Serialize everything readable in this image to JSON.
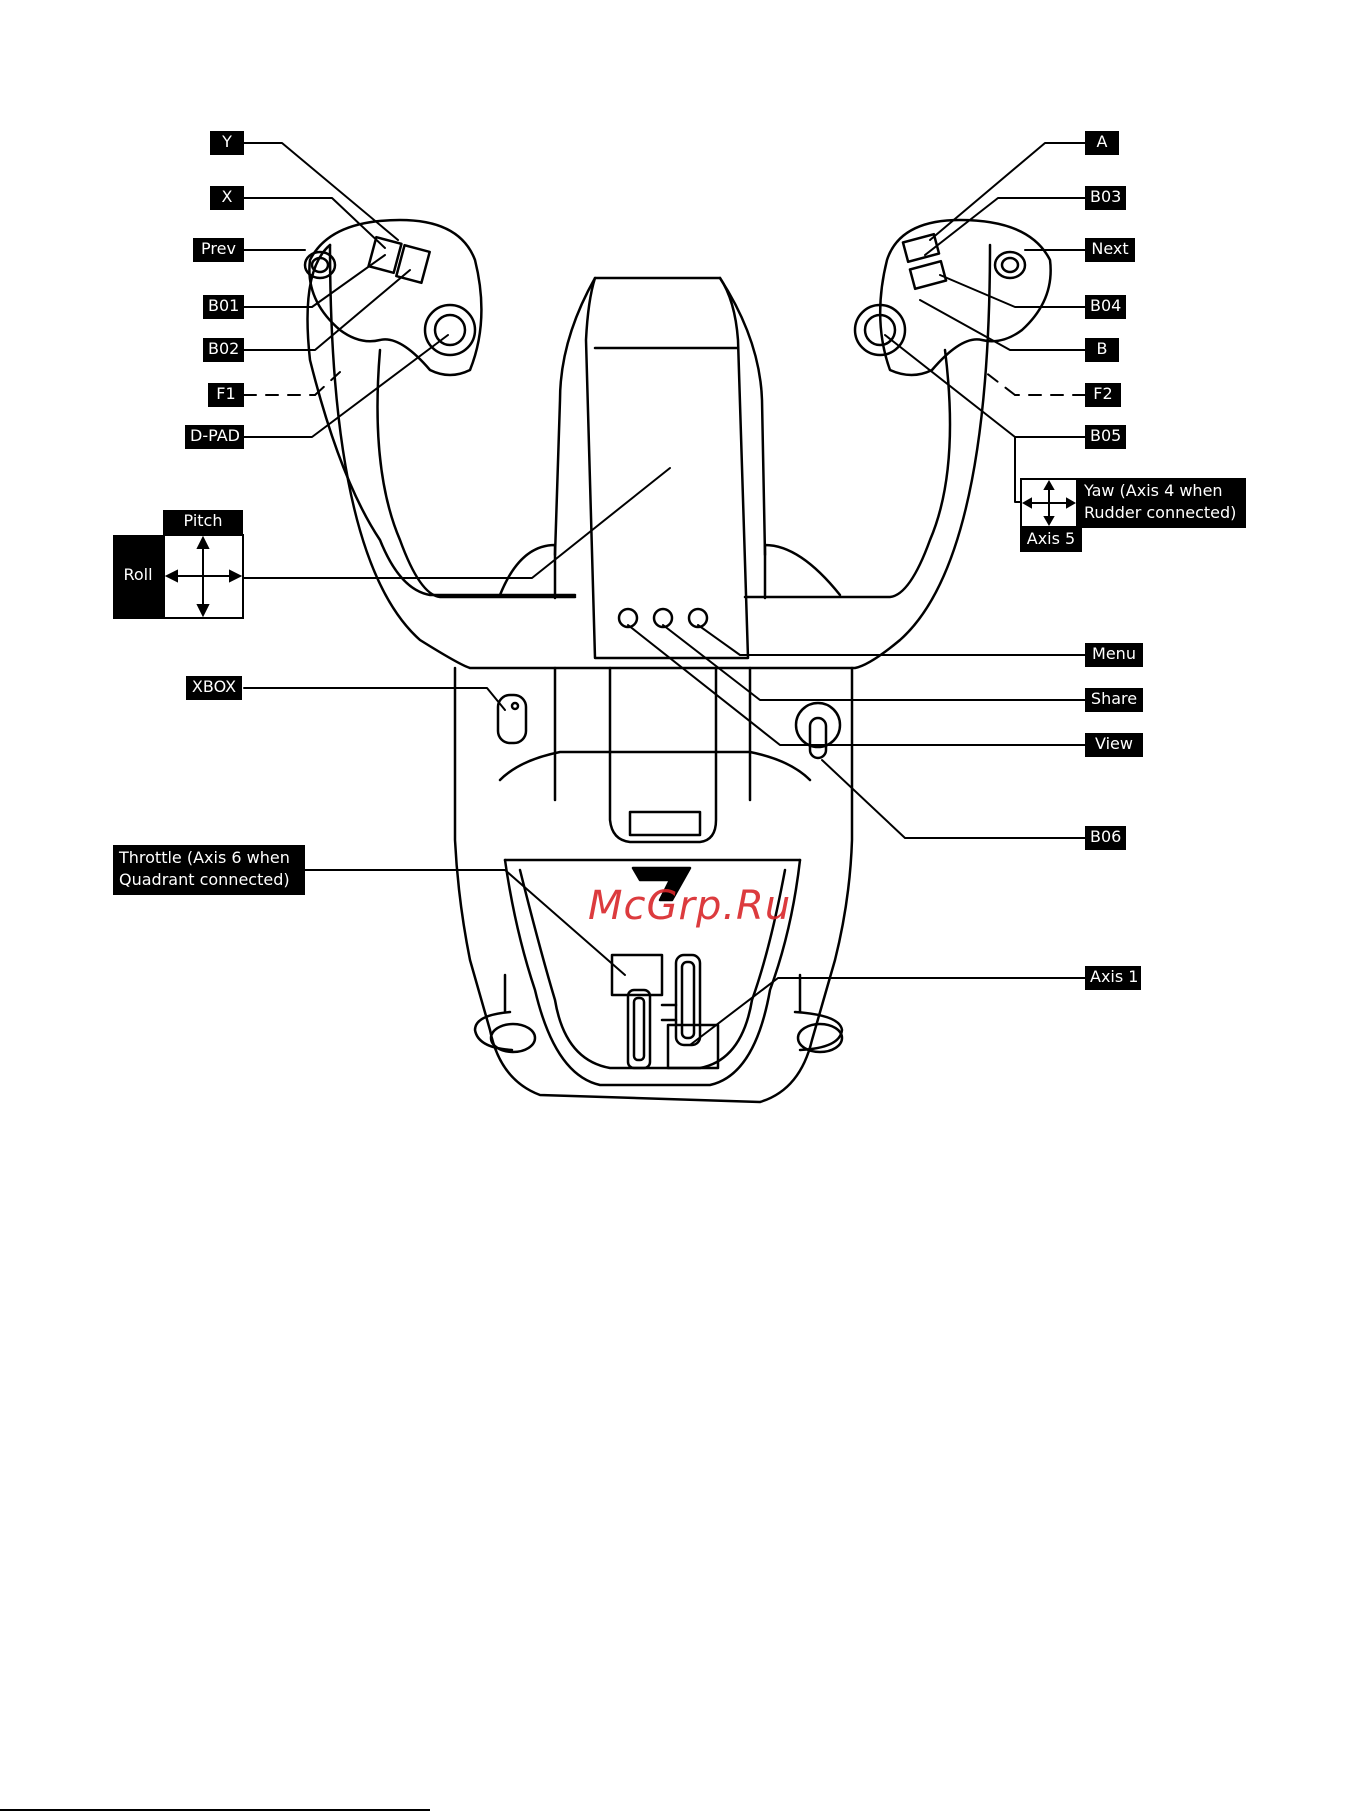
{
  "labels_left": {
    "y": "Y",
    "x": "X",
    "prev": "Prev",
    "b01": "B01",
    "b02": "B02",
    "f1": "F1",
    "dpad": "D-PAD",
    "pitch": "Pitch",
    "roll": "Roll",
    "xbox": "XBOX",
    "throttle_line1": "Throttle (Axis 6 when",
    "throttle_line2": "Quadrant connected)"
  },
  "labels_right": {
    "a": "A",
    "b03": "B03",
    "next": "Next",
    "b04": "B04",
    "b": "B",
    "f2": "F2",
    "b05": "B05",
    "yaw_line1": "Yaw (Axis 4 when",
    "yaw_line2": "Rudder connected)",
    "axis5": "Axis 5",
    "menu": "Menu",
    "share": "Share",
    "view": "View",
    "b06": "B06",
    "axis1": "Axis 1"
  },
  "watermark": "McGrp.Ru",
  "colors": {
    "label_bg": "#000000",
    "label_text": "#ffffff",
    "watermark": "#d9262a"
  },
  "icons": [
    "four-way-arrow-icon",
    "yoke-device-illustration"
  ]
}
